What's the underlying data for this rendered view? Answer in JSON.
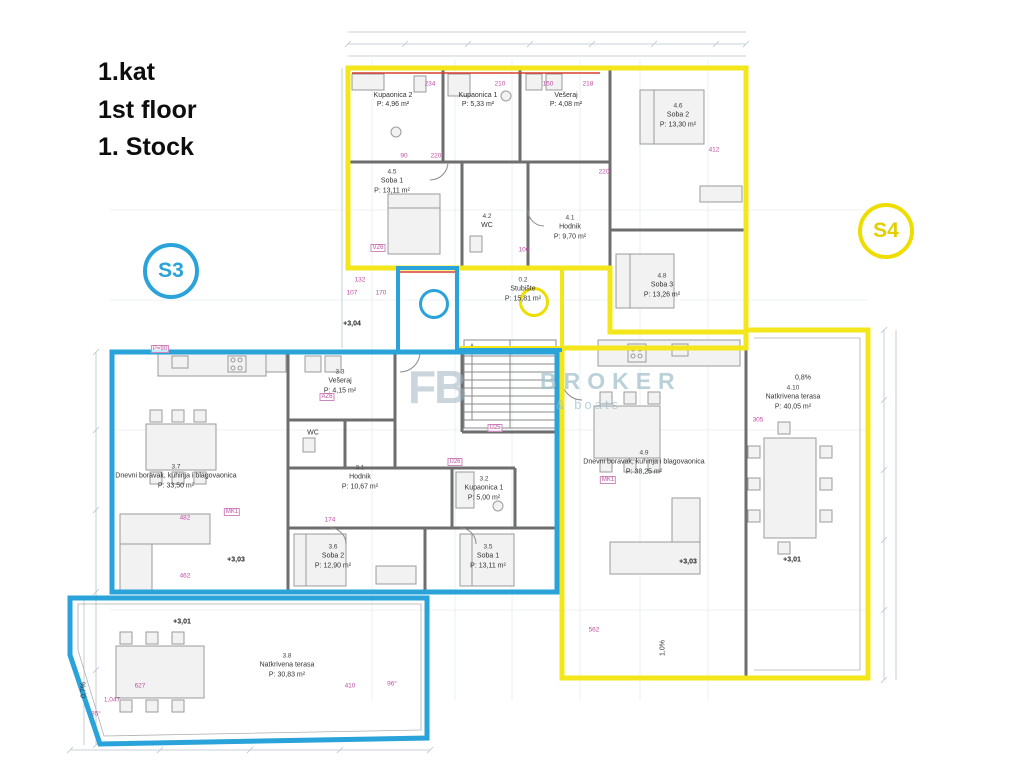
{
  "title": {
    "lines": [
      "1.kat",
      "1st floor",
      "1. Stock"
    ]
  },
  "badges": {
    "s3": "S3",
    "s4": "S4"
  },
  "watermark": {
    "monogram": "FB",
    "brand": "BROKER",
    "tagline": "& boats"
  },
  "colors": {
    "s3_blue": "#29a3da",
    "s4_yellow": "#f3e71c",
    "wall_gray": "#6e6e6e",
    "annotation_magenta": "#bf4fa4"
  },
  "rooms": [
    {
      "id": "",
      "name": "Kupaonica 2",
      "area": "P: 4,96 m²"
    },
    {
      "id": "",
      "name": "Kupaonica 1",
      "area": "P: 5,33 m²"
    },
    {
      "id": "",
      "name": "Vešeraj",
      "area": "P: 4,08 m²"
    },
    {
      "id": "4.6",
      "name": "Soba 2",
      "area": "P: 13,30 m²"
    },
    {
      "id": "4.5",
      "name": "Soba 1",
      "area": "P: 13,11 m²"
    },
    {
      "id": "4.2",
      "name": "WC",
      "area": ""
    },
    {
      "id": "4.1",
      "name": "Hodnik",
      "area": "P: 9,70 m²"
    },
    {
      "id": "4.8",
      "name": "Soba 3",
      "area": "P: 13,26 m²"
    },
    {
      "id": "0.2",
      "name": "Stubište",
      "area": "P: 15,81 m²"
    },
    {
      "id": "3.3",
      "name": "Vešeraj",
      "area": "P: 4,15 m²"
    },
    {
      "id": "",
      "name": "WC",
      "area": ""
    },
    {
      "id": "3.1",
      "name": "Hodnik",
      "area": "P: 10,67 m²"
    },
    {
      "id": "3.2",
      "name": "Kupaonica 1",
      "area": "P: 5,00 m²"
    },
    {
      "id": "3.7",
      "name": "Dnevni boravak, kuhinja i blagovaonica",
      "area": "P: 33,50 m²"
    },
    {
      "id": "3.6",
      "name": "Soba 2",
      "area": "P: 12,90 m²"
    },
    {
      "id": "3.5",
      "name": "Soba 1",
      "area": "P: 13,11 m²"
    },
    {
      "id": "3.8",
      "name": "Natkrivena terasa",
      "area": "P: 30,83 m²"
    },
    {
      "id": "4.9",
      "name": "Dnevni boravak, kuhinja i blagovaonica",
      "area": "P: 38,25 m²"
    },
    {
      "id": "4.10",
      "name": "Natkrivena terasa",
      "area": "P: 40,05 m²"
    }
  ],
  "elevations": [
    "+3,04",
    "+3,03",
    "+3,01",
    "+3,03",
    "+3,01"
  ],
  "slopes": [
    "0,8%",
    "1,0%",
    "0,7%"
  ],
  "dims": [
    "220",
    "90",
    "412",
    "220",
    "150",
    "218",
    "210",
    "234",
    "174",
    "482",
    "462",
    "410",
    "627",
    "96°",
    "85°",
    "1,047",
    "132",
    "107",
    "170",
    "100",
    "305",
    "562"
  ],
  "codes": [
    "MK1",
    "MK1",
    "VZ6",
    "U25",
    "AZ6",
    "P=90",
    "U26"
  ]
}
